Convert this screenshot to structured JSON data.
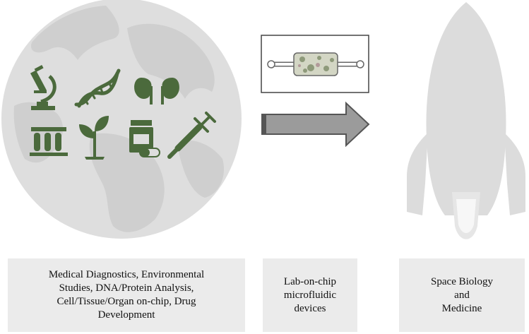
{
  "colors": {
    "globe": "#dedede",
    "continents": "#cfcfcf",
    "icon_green": "#4b6a3c",
    "arrow_fill": "#9b9b9b",
    "arrow_border": "#555555",
    "rocket": "#dcdcdc",
    "caption_bg": "#ebebeb"
  },
  "icons": [
    "microscope-icon",
    "dna-icon",
    "kidney-icon",
    "test-tubes-icon",
    "plant-icon",
    "pill-bottle-icon",
    "syringe-icon",
    "microfluidic-chip-icon",
    "arrow-right-icon",
    "rocket-icon"
  ],
  "captions": {
    "applications": "Medical Diagnostics, Environmental\nStudies, DNA/Protein Analysis,\nCell/Tissue/Organ on-chip, Drug\nDevelopment",
    "devices": "Lab-on-chip\nmicrofluidic\ndevices",
    "space": "Space Biology\nand\nMedicine"
  }
}
